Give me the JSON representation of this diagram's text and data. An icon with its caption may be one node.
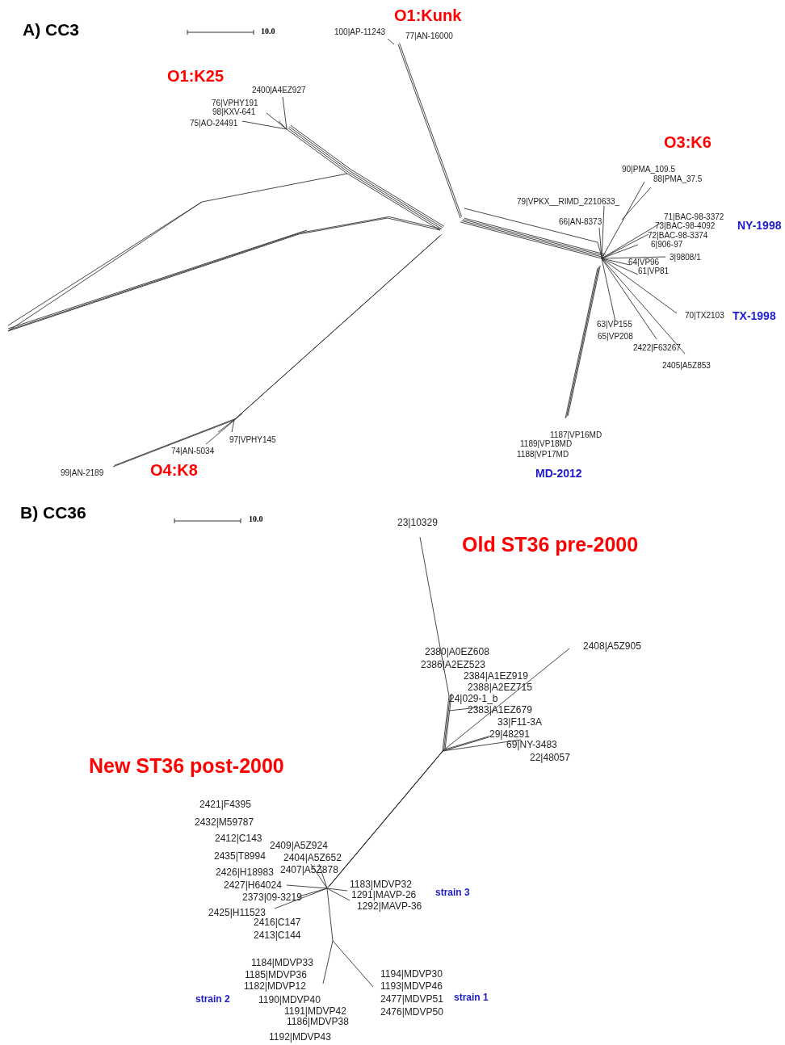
{
  "diagram": {
    "labels": [
      "A) CC3",
      "10.0",
      "O1:Kunk",
      "100|AP-11243",
      "77|AN-16000",
      "O1:K25",
      "2400|A4EZ927",
      "76|VPHY191",
      "98|KXV-641",
      "75|AO-24491",
      "O3:K6",
      "90|PMA_109.5",
      "88|PMA_37.5",
      "79|VPKX__RIMD_2210633_",
      "66|AN-8373",
      "71|BAC-98-3372",
      "73|BAC-98-4092",
      "NY-1998",
      "72|BAC-98-3374",
      "6|906-97",
      "3|9808/1",
      "64|VP96",
      "61|VP81",
      "70|TX2103",
      "TX-1998",
      "63|VP155",
      "65|VP208",
      "2422|F63267",
      "2405|A5Z853",
      "97|VPHY145",
      "1187|VP16MD",
      "74|AN-5034",
      "1189|VP18MD",
      "1188|VP17MD",
      "99|AN-2189",
      "O4:K8",
      "MD-2012",
      "B) CC36",
      "10.0",
      "23|10329",
      "Old ST36 pre-2000",
      "2380|A0EZ608",
      "2408|A5Z905",
      "2386|A2EZ523",
      "2384|A1EZ919",
      "2388|A2EZ715",
      "24|029-1_b",
      "2383|A1EZ679",
      "33|F11-3A",
      "29|48291",
      "69|NY-3483",
      "22|48057",
      "New ST36 post-2000",
      "2421|F4395",
      "2432|M59787",
      "2412|C143",
      "2409|A5Z924",
      "2435|T8994",
      "2404|A5Z652",
      "2426|H18983",
      "2407|A5Z878",
      "2427|H64024",
      "1183|MDVP32",
      "2373|09-3219",
      "1291|MAVP-26",
      "strain 3",
      "1292|MAVP-36",
      "2425|H11523",
      "2416|C147",
      "2413|C144",
      "1184|MDVP33",
      "1185|MDVP36",
      "1194|MDVP30",
      "1182|MDVP12",
      "1193|MDVP46",
      "strain 2",
      "1190|MDVP40",
      "2477|MDVP51",
      "strain 1",
      "1191|MDVP42",
      "2476|MDVP50",
      "1186|MDVP38",
      "1192|MDVP43"
    ]
  }
}
